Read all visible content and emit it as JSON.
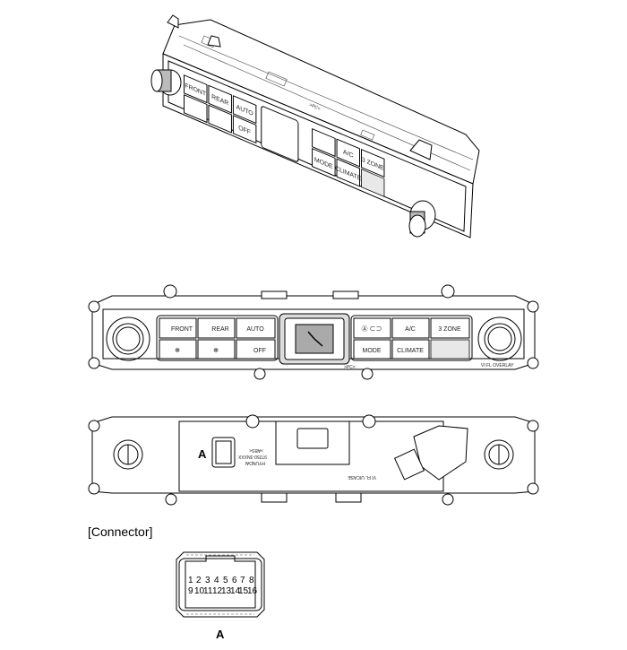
{
  "buttons": {
    "front": "FRONT",
    "rear": "REAR",
    "auto": "AUTO",
    "off": "OFF",
    "mode": "MODE",
    "ac": "A/C",
    "climate": "CLIMATE",
    "zone": "3 ZONE"
  },
  "front_view": {
    "overlay_label": "VI FL OVERLAY",
    "pc_mark": ">PC<"
  },
  "rear_view": {
    "connector_callout": "A",
    "maker": "HYUNDAI",
    "part_number": "97250-3NXXX",
    "material": ">ABS<",
    "case_label": "VI FL UICASE"
  },
  "connector_section": {
    "heading": "[Connector]",
    "label": "A",
    "pins_row1": [
      "1",
      "2",
      "3",
      "4",
      "5",
      "6",
      "7",
      "8"
    ],
    "pins_row2": [
      "9",
      "10",
      "11",
      "12",
      "13",
      "14",
      "15",
      "16"
    ]
  }
}
